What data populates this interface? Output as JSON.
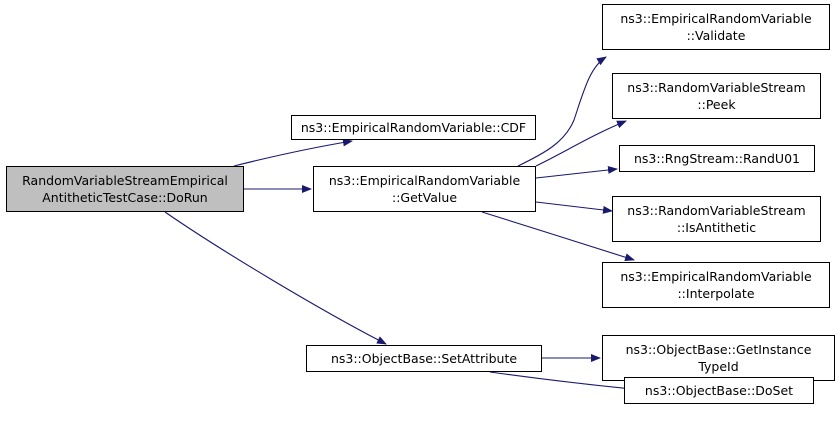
{
  "diagram": {
    "root": {
      "line1": "RandomVariableStreamEmpirical",
      "line2": "AntitheticTestCase::DoRun"
    },
    "nodes": {
      "cdf": {
        "line1": "ns3::EmpiricalRandomVariable::CDF"
      },
      "getvalue": {
        "line1": "ns3::EmpiricalRandomVariable",
        "line2": "::GetValue"
      },
      "setattribute": {
        "line1": "ns3::ObjectBase::SetAttribute"
      },
      "validate": {
        "line1": "ns3::EmpiricalRandomVariable",
        "line2": "::Validate"
      },
      "peek": {
        "line1": "ns3::RandomVariableStream",
        "line2": "::Peek"
      },
      "randu01": {
        "line1": "ns3::RngStream::RandU01"
      },
      "isantithetic": {
        "line1": "ns3::RandomVariableStream",
        "line2": "::IsAntithetic"
      },
      "interpolate": {
        "line1": "ns3::EmpiricalRandomVariable",
        "line2": "::Interpolate"
      },
      "getinstancetypeid": {
        "line1": "ns3::ObjectBase::GetInstance",
        "line2": "TypeId"
      },
      "doset": {
        "line1": "ns3::ObjectBase::DoSet"
      }
    },
    "edges": [
      {
        "from": "root",
        "to": "cdf"
      },
      {
        "from": "root",
        "to": "getvalue"
      },
      {
        "from": "root",
        "to": "setattribute"
      },
      {
        "from": "getvalue",
        "to": "validate"
      },
      {
        "from": "getvalue",
        "to": "peek"
      },
      {
        "from": "getvalue",
        "to": "randu01"
      },
      {
        "from": "getvalue",
        "to": "isantithetic"
      },
      {
        "from": "getvalue",
        "to": "interpolate"
      },
      {
        "from": "setattribute",
        "to": "getinstancetypeid"
      },
      {
        "from": "setattribute",
        "to": "doset"
      }
    ],
    "edge_color": "#191970"
  }
}
